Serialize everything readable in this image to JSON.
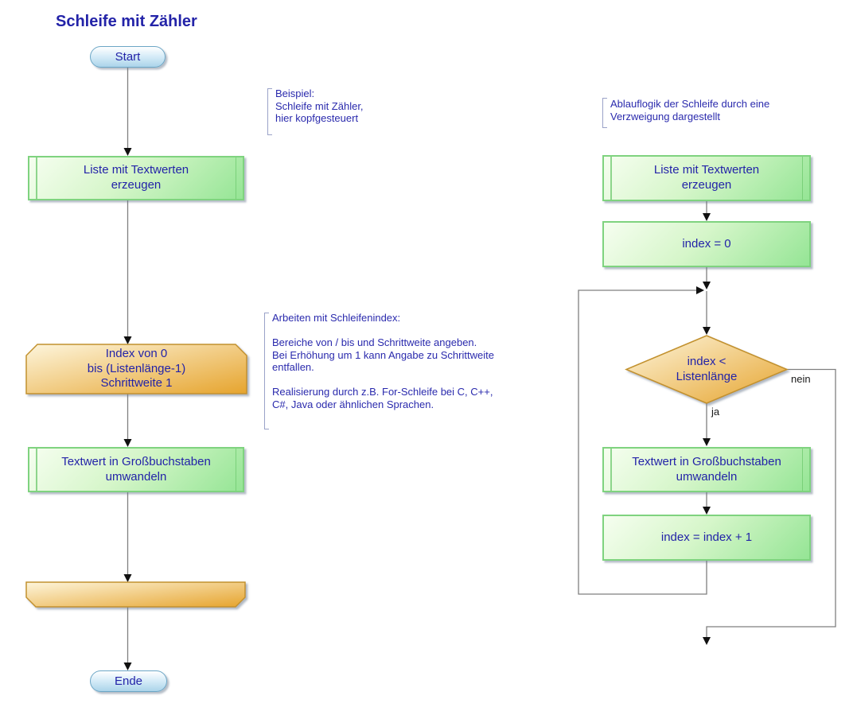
{
  "title": "Schleife mit Zähler",
  "left_chart": {
    "start": "Start",
    "create_list": "Liste mit Textwerten\nerzeugen",
    "loop_head": "Index von 0\nbis (Listenlänge-1)\nSchrittweite 1",
    "process": "Textwert in Großbuchstaben\numwandeln",
    "end": "Ende"
  },
  "right_chart": {
    "create_list": "Liste mit Textwerten\nerzeugen",
    "init": "index = 0",
    "condition": "index <\nListenlänge",
    "label_yes": "ja",
    "label_no": "nein",
    "process": "Textwert in Großbuchstaben\numwandeln",
    "increment": "index = index + 1"
  },
  "annotations": {
    "example": "Beispiel:\nSchleife mit Zähler,\nhier kopfgesteuert",
    "loop_index": "Arbeiten mit Schleifenindex:\n\nBereiche von / bis und Schrittweite angeben.\nBei Erhöhung um 1 kann Angabe zu Schrittweite\nentfallen.\n\nRealisierung durch z.B. For-Schleife bei C, C++,\nC#, Java oder ähnlichen Sprachen.",
    "logic": "Ablauflogik der Schleife durch eine\nVerzweigung dargestellt"
  },
  "colors": {
    "text_blue": "#2323a8",
    "note_blue": "#2a2aad",
    "bracket_color": "#9aa2c8",
    "green_dark": "#95e595",
    "green_border": "#7fd37f",
    "orange_light": "#fdf5dc",
    "orange_dark": "#e6a42e",
    "orange_border": "#c2912f",
    "pill_light": "#d8edf8",
    "pill_dark": "#abd4ea",
    "pill_border": "#6ca6c6",
    "line_gray": "#7f7f7f"
  }
}
